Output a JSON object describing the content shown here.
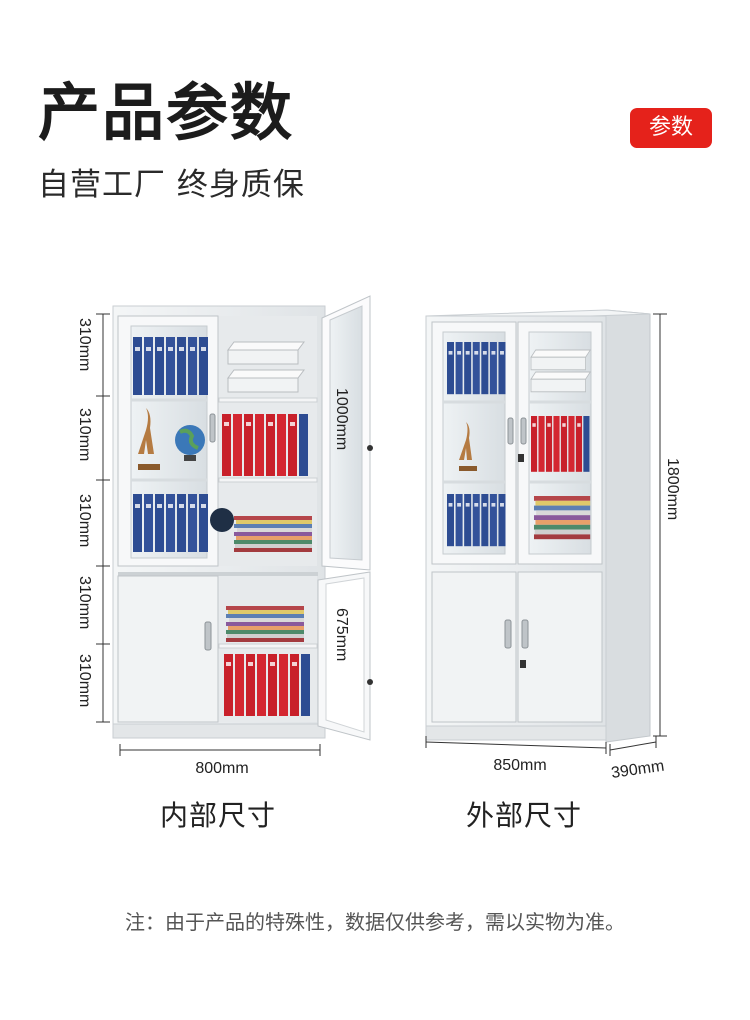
{
  "header": {
    "title": "产品参数",
    "subtitle": "自营工厂  终身质保",
    "badge": "参数"
  },
  "inner": {
    "label": "内部尺寸",
    "width": "800mm",
    "row_heights": [
      "310mm",
      "310mm",
      "310mm",
      "310mm",
      "310mm"
    ],
    "glass_door_height": "1000mm",
    "lower_door_height": "675mm"
  },
  "outer": {
    "label": "外部尺寸",
    "width": "850mm",
    "depth": "390mm",
    "height": "1800mm"
  },
  "note": "注：由于产品的特殊性，数据仅供参考，需以实物为准。",
  "colors": {
    "accent": "#e5221b",
    "binder_blue": "#2d4c92",
    "binder_red": "#c8202a",
    "cabinet": "#eceff1"
  }
}
